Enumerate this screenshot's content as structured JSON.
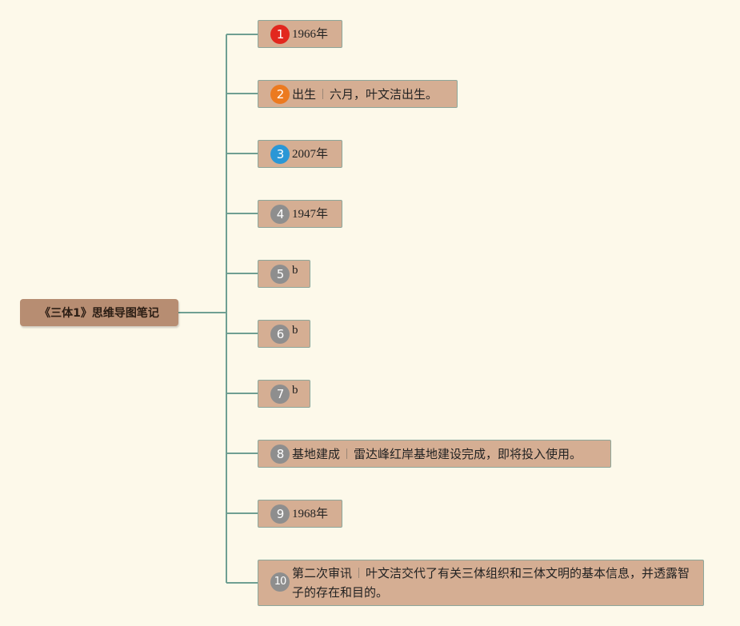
{
  "root": {
    "label": "《三体1》思维导图笔记"
  },
  "colors": {
    "background": "#fdf9ea",
    "root_fill": "#b78d72",
    "node_fill": "#d5ae93",
    "node_border": "#8da79b",
    "connector": "#6f9f92",
    "badge_red": "#e2271e",
    "badge_orange": "#ec7a20",
    "badge_blue": "#2a97d6",
    "badge_gray": "#8e8e8e"
  },
  "nodes": [
    {
      "num": "1",
      "title": "1966年",
      "detail": "",
      "badge_color": "#e2271e"
    },
    {
      "num": "2",
      "title": "出生",
      "detail": "六月，叶文洁出生。",
      "badge_color": "#ec7a20"
    },
    {
      "num": "3",
      "title": "2007年",
      "detail": "",
      "badge_color": "#2a97d6"
    },
    {
      "num": "4",
      "title": "1947年",
      "detail": "",
      "badge_color": "#8e8e8e"
    },
    {
      "num": "5",
      "title": "b",
      "detail": "",
      "badge_color": "#8e8e8e"
    },
    {
      "num": "6",
      "title": "b",
      "detail": "",
      "badge_color": "#8e8e8e"
    },
    {
      "num": "7",
      "title": "b",
      "detail": "",
      "badge_color": "#8e8e8e"
    },
    {
      "num": "8",
      "title": "基地建成",
      "detail": "雷达峰红岸基地建设完成，即将投入使用。",
      "badge_color": "#8e8e8e"
    },
    {
      "num": "9",
      "title": "1968年",
      "detail": "",
      "badge_color": "#8e8e8e"
    },
    {
      "num": "10",
      "title": "第二次审讯",
      "detail": "叶文洁交代了有关三体组织和三体文明的基本信息，并透露智子的存在和目的。",
      "badge_color": "#8e8e8e"
    }
  ]
}
